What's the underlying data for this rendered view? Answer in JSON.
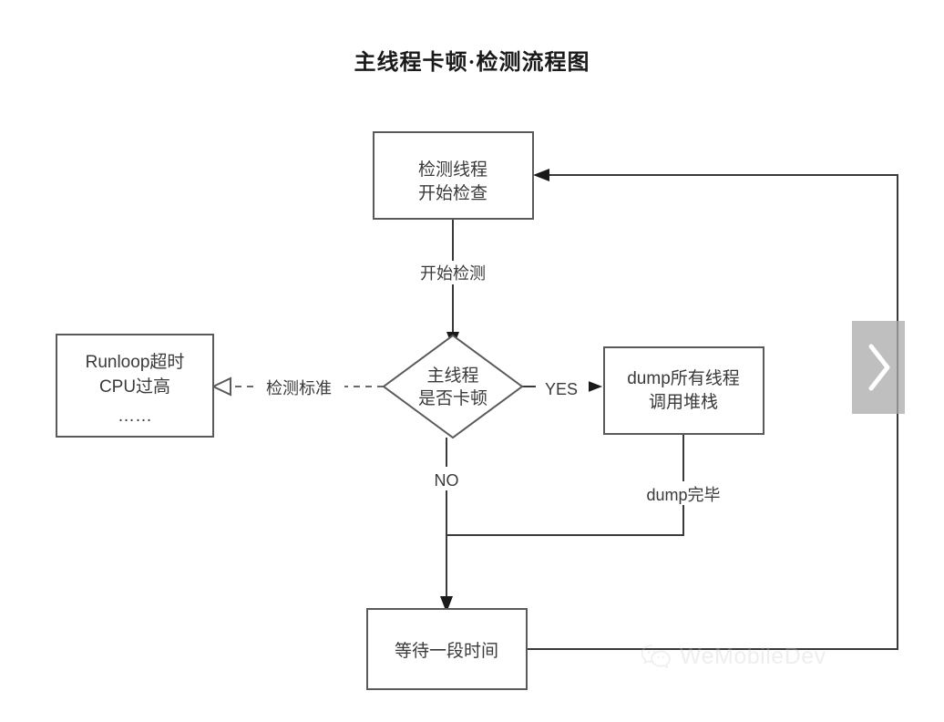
{
  "title": "主线程卡顿·检测流程图",
  "colors": {
    "background": "#ffffff",
    "box_stroke": "#5a5a5a",
    "line": "#3a3a3a",
    "text": "#3a3a3a",
    "title": "#1a1a1a",
    "chevron_overlay": "#aaaaaa",
    "watermark": "#c9c9c9"
  },
  "nodes": {
    "detect_thread": {
      "shape": "rectangle",
      "line1": "检测线程",
      "line2": "开始检查"
    },
    "criteria": {
      "shape": "rectangle",
      "line1": "Runloop超时",
      "line2": "CPU过高",
      "line3": "……"
    },
    "decision": {
      "shape": "diamond",
      "line1": "主线程",
      "line2": "是否卡顿"
    },
    "dump_stacks": {
      "shape": "rectangle",
      "line1": "dump所有线程",
      "line2": "调用堆栈"
    },
    "wait": {
      "shape": "rectangle",
      "line1": "等待一段时间"
    }
  },
  "edges": {
    "start_detect": "开始检测",
    "criteria_ref": "检测标准",
    "yes": "YES",
    "no": "NO",
    "dump_done": "dump完毕"
  },
  "overlay": {
    "next_icon": "chevron-right-icon"
  },
  "watermark": {
    "icon": "wechat-logo-icon",
    "text": "WeMobileDev"
  }
}
